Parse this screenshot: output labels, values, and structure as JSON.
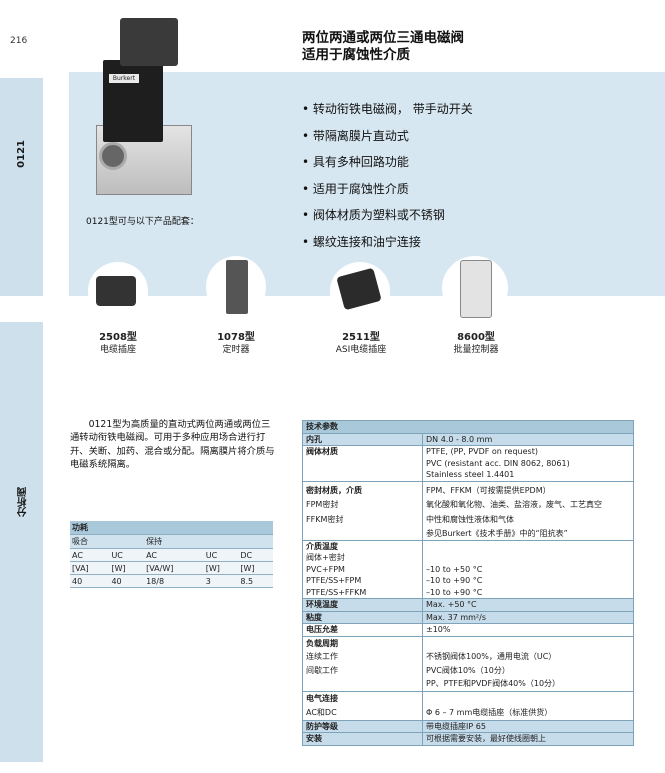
{
  "page_number": "216",
  "sidebar": {
    "code": "0121",
    "section": "分析阀"
  },
  "title_lines": [
    "两位两通或两位三通电磁阀",
    "适用于腐蚀性介质"
  ],
  "features": [
    "转动衔铁电磁阀，  带手动开关",
    "带隔离膜片直动式",
    "具有多种回路功能",
    "适用于腐蚀性介质",
    "阀体材质为塑料或不锈钢",
    "螺纹连接和油宁连接"
  ],
  "compat_text": "0121型可与以下产品配套：",
  "valve_logo": "Burkert",
  "products": [
    {
      "type": "2508型",
      "name": "电缆插座"
    },
    {
      "type": "1078型",
      "name": "定时器"
    },
    {
      "type": "2511型",
      "name": "ASI电缆插座"
    },
    {
      "type": "8600型",
      "name": "批量控制器"
    }
  ],
  "description": "0121型为高质量的直动式两位两通或两位三通转动衔铁电磁阀。可用于多种应用场合进行打开、关断、加药、混合或分配。隔离膜片将介质与电磁系统隔离。",
  "power": {
    "title": "功耗",
    "groups": [
      "吸合",
      "保持"
    ],
    "row1": [
      "AC",
      "UC",
      "AC",
      "UC",
      "DC"
    ],
    "row2": [
      "[VA]",
      "[W]",
      "[VA/W]",
      "[W]",
      "[W]"
    ],
    "row3": [
      "40",
      "40",
      "18/8",
      "3",
      "8.5"
    ]
  },
  "spec": {
    "header": "技术参数",
    "bore_k": "内孔",
    "bore_v": "DN 4.0 - 8.0 mm",
    "body_k": "阀体材质",
    "body_v": [
      "PTFE, (PP, PVDF on request)",
      "PVC (resistant acc. DIN 8062, 8061)",
      "Stainless steel 1.4401"
    ],
    "seal_k": [
      "密封材质，介质",
      "FPM密封",
      "FFKM密封"
    ],
    "seal_v": [
      "FPM、FFKM（可按需提供EPDM）",
      "氧化酸和氧化物、油类、盐溶液，废气、工艺真空",
      "中性和腐蚀性液体和气体",
      "参见Burkert《技术手册》中的“阻抗表”"
    ],
    "temp_k": [
      "介质温度",
      "阀体+密封",
      "PVC+FPM",
      "PTFE/SS+FPM",
      "PTFE/SS+FFKM"
    ],
    "temp_v": [
      "–10 to +50 °C",
      "–10 to +90 °C",
      "–10 to +90 °C"
    ],
    "env_k": "环境温度",
    "env_v": "Max. +50 °C",
    "visc_k": "粘度",
    "visc_v": "Max. 37 mm²/s",
    "volt_k": "电压允差",
    "volt_v": "±10%",
    "duty_k": [
      "负载周期",
      "连续工作",
      "间歇工作"
    ],
    "duty_v": [
      "不锈钢阀体100%，通用电流（UC）",
      "PVC阀体10%（10分）",
      "PP、PTFE和PVDF阀体40%（10分）"
    ],
    "elec_k": [
      "电气连接",
      "AC和DC"
    ],
    "elec_v": "Φ 6 – 7 mm电缆插座（标准供货）",
    "prot_k": "防护等级",
    "prot_v": "带电缆插座IP 65",
    "inst_k": "安装",
    "inst_v": "可根据需要安装，最好使线圈朝上"
  }
}
